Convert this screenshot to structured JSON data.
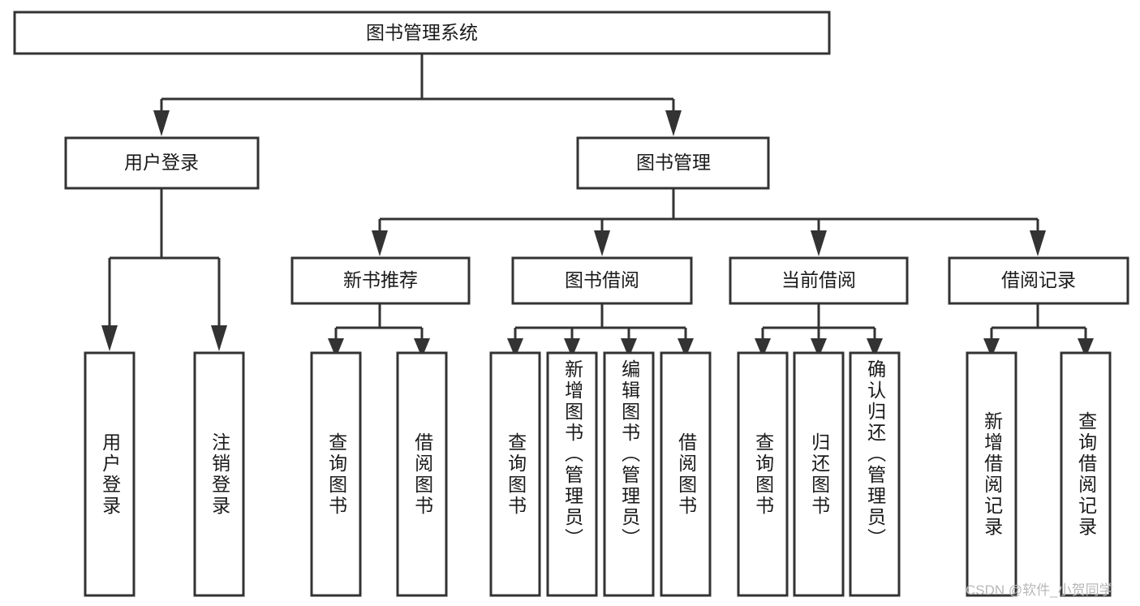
{
  "diagram": {
    "title": "图书管理系统",
    "type": "tree-hierarchy-diagram",
    "watermark": "CSDN @软件_小贺同学",
    "colors": {
      "box_stroke": "#333333",
      "box_fill": "#ffffff",
      "connector": "#333333",
      "text": "#1a1a1a",
      "background": "#ffffff",
      "watermark": "#b8b8b8"
    },
    "levels": {
      "root": {
        "label": "图书管理系统"
      },
      "level2": [
        {
          "id": "user-login",
          "label": "用户登录"
        },
        {
          "id": "book-manage",
          "label": "图书管理"
        }
      ],
      "level3": [
        {
          "id": "new-book-recommend",
          "label": "新书推荐",
          "parent": "book-manage"
        },
        {
          "id": "book-borrow",
          "label": "图书借阅",
          "parent": "book-manage"
        },
        {
          "id": "current-borrow",
          "label": "当前借阅",
          "parent": "book-manage"
        },
        {
          "id": "borrow-record",
          "label": "借阅记录",
          "parent": "book-manage"
        }
      ],
      "leaves": [
        {
          "id": "leaf-user-login",
          "label": "用户登录",
          "parent": "user-login"
        },
        {
          "id": "leaf-logout-login",
          "label": "注销登录",
          "parent": "user-login"
        },
        {
          "id": "leaf-query-book-1",
          "label": "查询图书",
          "parent": "new-book-recommend"
        },
        {
          "id": "leaf-borrow-book-1",
          "label": "借阅图书",
          "parent": "new-book-recommend"
        },
        {
          "id": "leaf-query-book-2",
          "label": "查询图书",
          "parent": "book-borrow"
        },
        {
          "id": "leaf-add-book",
          "label": "新增图书（管理员）",
          "parent": "book-borrow"
        },
        {
          "id": "leaf-edit-book",
          "label": "编辑图书（管理员）",
          "parent": "book-borrow"
        },
        {
          "id": "leaf-borrow-book-2",
          "label": "借阅图书",
          "parent": "book-borrow"
        },
        {
          "id": "leaf-query-book-3",
          "label": "查询图书",
          "parent": "current-borrow"
        },
        {
          "id": "leaf-return-book",
          "label": "归还图书",
          "parent": "current-borrow"
        },
        {
          "id": "leaf-confirm-return",
          "label": "确认归还（管理员）",
          "parent": "current-borrow"
        },
        {
          "id": "leaf-add-record",
          "label": "新增借阅记录",
          "parent": "borrow-record"
        },
        {
          "id": "leaf-query-record",
          "label": "查询借阅记录",
          "parent": "borrow-record"
        }
      ]
    }
  }
}
